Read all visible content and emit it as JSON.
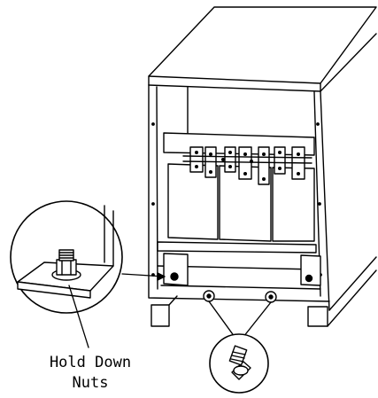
{
  "diagram": {
    "callout": {
      "line1": "Hold Down",
      "line2": "Nuts"
    },
    "colors": {
      "ink": "#000000",
      "paper": "#ffffff"
    },
    "parts": [
      "enclosure-cabinet",
      "transformer-core",
      "terminal-bus-bars",
      "hold-down-nut-detail",
      "floor-bolt-detail",
      "mounting-feet"
    ]
  }
}
